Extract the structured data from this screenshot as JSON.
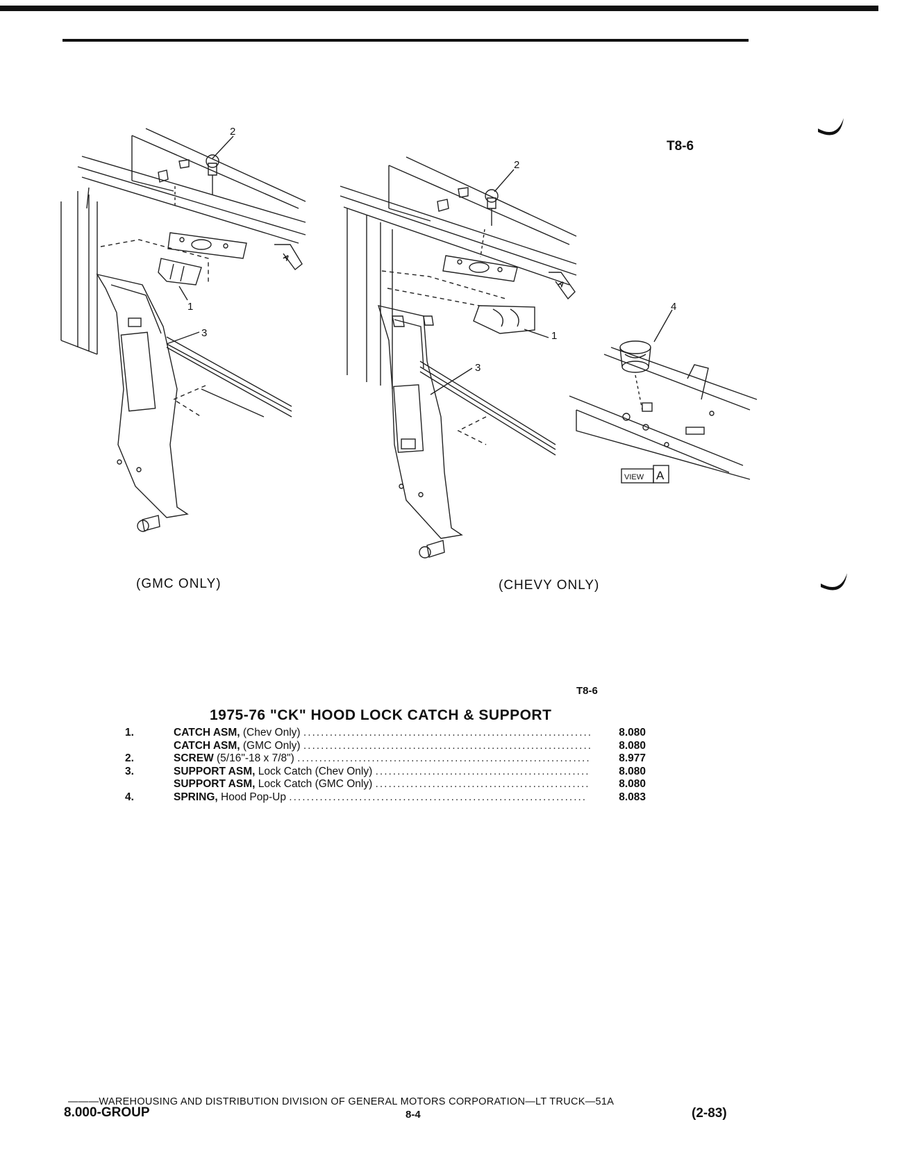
{
  "figure_code": "T8-6",
  "captions": {
    "gmc": "(GMC ONLY)",
    "chevy": "(CHEVY ONLY)"
  },
  "callouts": [
    "1",
    "2",
    "3",
    "4"
  ],
  "view_label": {
    "word": "VIEW",
    "letter": "A"
  },
  "arrow_letter": "A",
  "title": "1975-76 \"CK\" HOOD LOCK CATCH & SUPPORT",
  "parts": [
    {
      "num": "1.",
      "name": "CATCH ASM,",
      "detail": " (Chev Only)",
      "code": "8.080"
    },
    {
      "num": "",
      "name": "CATCH ASM,",
      "detail": " (GMC Only)",
      "code": "8.080"
    },
    {
      "num": "2.",
      "name": "SCREW",
      "detail": " (5/16\"-18 x 7/8\")",
      "code": "8.977"
    },
    {
      "num": "3.",
      "name": "SUPPORT ASM,",
      "detail": " Lock Catch (Chev Only)",
      "code": "8.080"
    },
    {
      "num": "",
      "name": "SUPPORT ASM,",
      "detail": " Lock Catch (GMC Only)",
      "code": "8.080"
    },
    {
      "num": "4.",
      "name": "SPRING,",
      "detail": " Hood Pop-Up",
      "code": "8.083"
    }
  ],
  "footer": {
    "line": "———WAREHOUSING AND DISTRIBUTION  DIVISION OF GENERAL MOTORS CORPORATION—LT TRUCK—51A",
    "group": "8.000-GROUP",
    "page": "8-4",
    "date": "(2-83)"
  }
}
